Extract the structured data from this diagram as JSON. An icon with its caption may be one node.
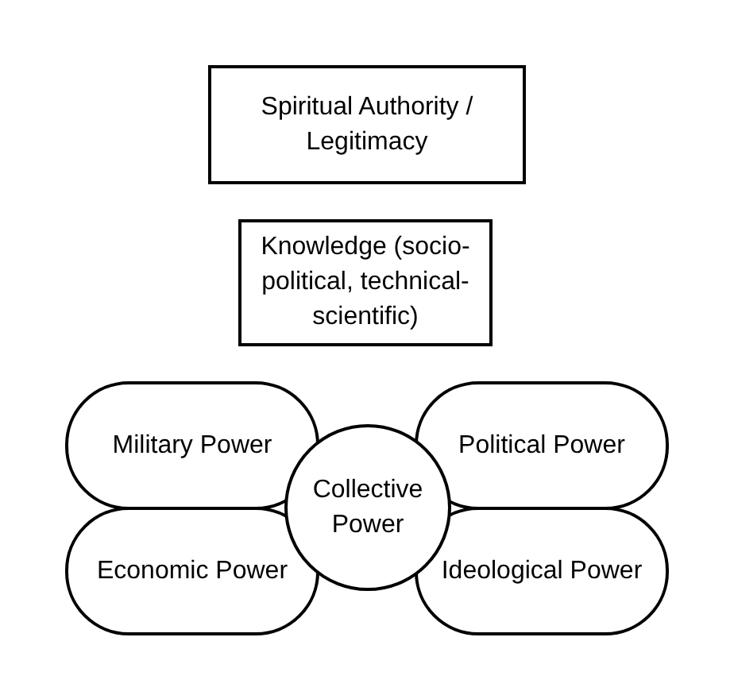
{
  "diagram": {
    "nodes": [
      {
        "text": [
          "Spiritual Authority / Legitimacy"
        ]
      },
      {
        "text": [
          "Knowledge (socio-political, technical-scientific)"
        ]
      },
      {
        "text": [
          "Military Power"
        ]
      },
      {
        "text": [
          "Collective Power"
        ]
      },
      {
        "text": [
          "Political Power"
        ]
      },
      {
        "text": [
          "Economic Power"
        ]
      },
      {
        "text": [
          "Ideological Power"
        ]
      }
    ]
  }
}
